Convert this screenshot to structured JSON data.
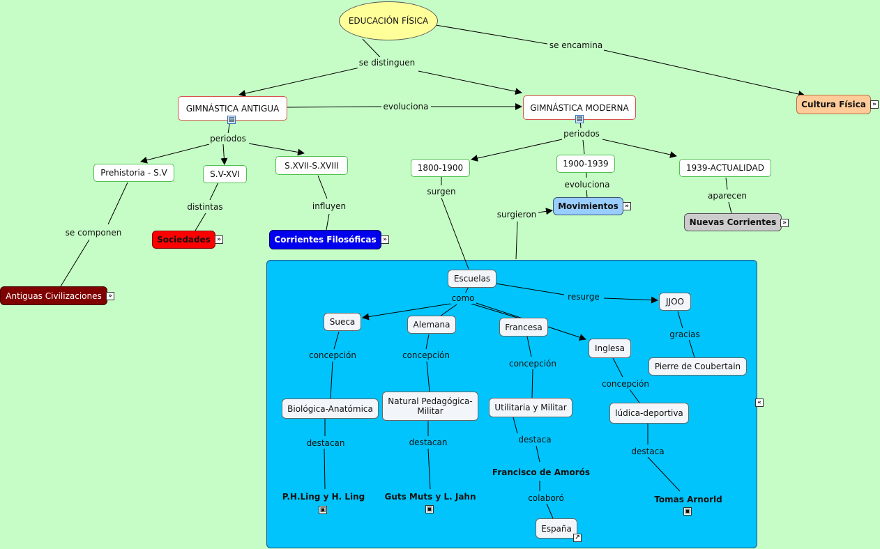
{
  "root": "EDUCACIÓN FÍSICA",
  "nodes": {
    "gimnastica_antigua": "GIMNÁSTICA ANTIGUA",
    "gimnastica_moderna": "GIMNÁSTICA MODERNA",
    "cultura_fisica": "Cultura Física",
    "prehistoria": "Prehistoria - S.V",
    "sv_xvi": "S.V-XVI",
    "sxvii": "S.XVII-S.XVIII",
    "y1800": "1800-1900",
    "y1900": "1900-1939",
    "y1939": "1939-ACTUALIDAD",
    "sociedades": "Sociedades",
    "corrientes_filosoficas": "Corrientes Filosóficas",
    "antiguas_civilizaciones": "Antiguas Civilizaciones",
    "movimientos": "Movimientos",
    "nuevas_corrientes": "Nuevas Corrientes",
    "escuelas": "Escuelas",
    "sueca": "Sueca",
    "alemana": "Alemana",
    "francesa": "Francesa",
    "inglesa": "Inglesa",
    "jjoo": "JJOO",
    "pierre": "Pierre de Coubertain",
    "biologica": "Biológica-Anatómica",
    "natural": "Natural Pedagógica-Militar",
    "utilitaria": "Utilitaria y Militar",
    "ludica": "lúdica-deportiva",
    "ling": "P.H.Ling y H. Ling",
    "guts": "Guts Muts y L. Jahn",
    "amoros": "Francisco de Amorós",
    "arnold": "Tomas Arnorld",
    "espana": "España"
  },
  "links": {
    "se_distinguen": "se distinguen",
    "se_encamina": "se encamina",
    "evoluciona": "evoluciona",
    "periodos_a": "periodos",
    "periodos_m": "periodos",
    "se_componen": "se componen",
    "distintas": "distintas",
    "influyen": "influyen",
    "surgen": "surgen",
    "evoluciona2": "evoluciona",
    "aparecen": "aparecen",
    "surgieron": "surgieron",
    "como": "como",
    "resurge": "resurge",
    "gracias": "gracias",
    "concepcion1": "concepción",
    "concepcion2": "concepción",
    "concepcion3": "concepción",
    "concepcion4": "concepción",
    "destacan1": "destacan",
    "destacan2": "destacan",
    "destaca3": "destaca",
    "destaca4": "destaca",
    "colaboro": "colaboró"
  },
  "colors": {
    "background": "#c6fcc6",
    "panel": "#00c4fb",
    "root_fill": "#ffff99",
    "cultura_fisica": "#ffcc99",
    "sociedades": "#ff0000",
    "corrientes_filosoficas": "#0000ee",
    "antiguas_civilizaciones": "#800000",
    "movimientos": "#99ccff",
    "nuevas_corrientes": "#cccccc"
  },
  "icons": {
    "expand": "double-chevron-right-icon",
    "collapse": "double-chevron-left-icon",
    "film": "film-icon",
    "image": "image-icon",
    "link": "external-link-icon"
  }
}
